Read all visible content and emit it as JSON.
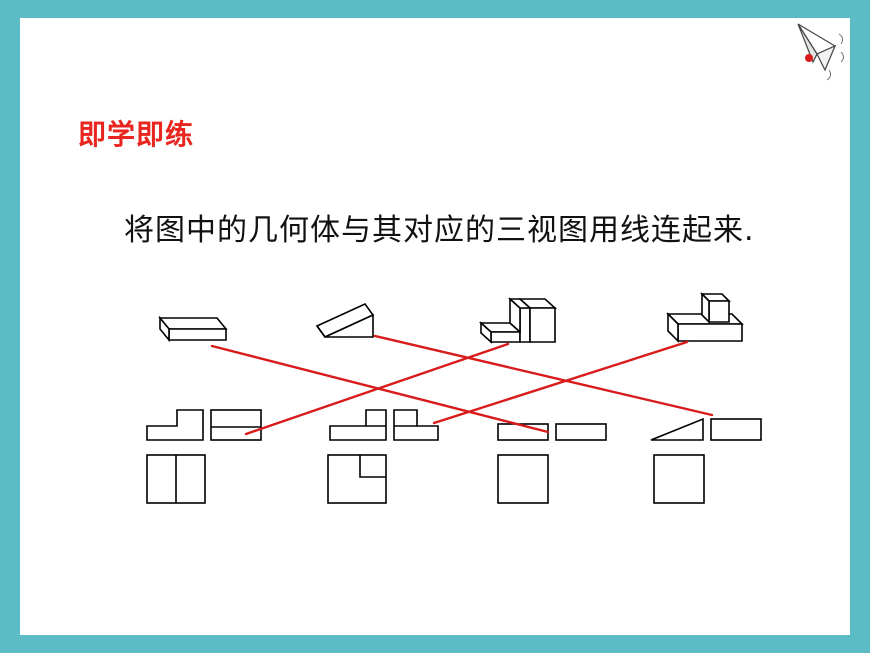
{
  "heading": "即学即练",
  "instruction": "将图中的几何体与其对应的三视图用线连起来.",
  "colors": {
    "frame": "#5bbcc6",
    "heading": "#e8251f",
    "connector": "#d81b1b",
    "line": "#000000"
  },
  "icons": [
    "paper-plane-icon"
  ],
  "matching": {
    "solids": [
      "flat-box",
      "wedge",
      "step-block",
      "cube-on-slab"
    ],
    "view_sets": [
      "set-1",
      "set-2",
      "set-3",
      "set-4"
    ],
    "connections": [
      {
        "solid": "flat-box",
        "view_set": "set-3"
      },
      {
        "solid": "wedge",
        "view_set": "set-4"
      },
      {
        "solid": "step-block",
        "view_set": "set-1"
      },
      {
        "solid": "cube-on-slab",
        "view_set": "set-2"
      }
    ]
  }
}
